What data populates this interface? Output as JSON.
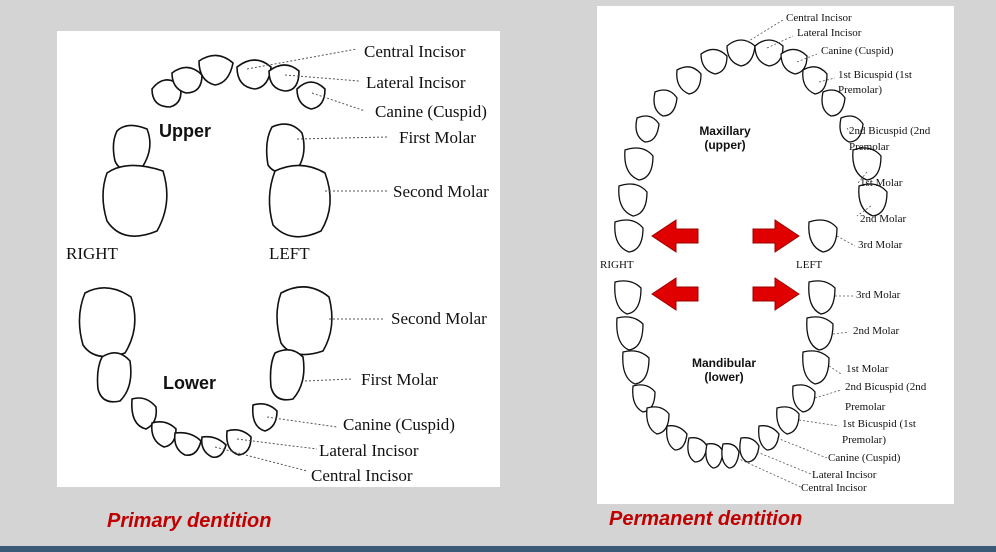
{
  "primary": {
    "caption": "Primary dentition",
    "upper_label": "Upper",
    "lower_label": "Lower",
    "right_label": "RIGHT",
    "left_label": "LEFT",
    "upper_teeth": [
      "Central Incisor",
      "Lateral Incisor",
      "Canine (Cuspid)",
      "First Molar",
      "Second Molar"
    ],
    "lower_teeth": [
      "Second Molar",
      "First Molar",
      "Canine (Cuspid)",
      "Lateral Incisor",
      "Central Incisor"
    ]
  },
  "permanent": {
    "caption": "Permanent dentition",
    "maxillary_label_1": "Maxillary",
    "maxillary_label_2": "(upper)",
    "mandibular_label_1": "Mandibular",
    "mandibular_label_2": "(lower)",
    "right_label": "RIGHT",
    "left_label": "LEFT",
    "upper_teeth": [
      "Central Incisor",
      "Lateral Incisor",
      "Canine (Cuspid)",
      "1st Bicuspid (1st",
      "Premolar)",
      "2nd Bicuspid (2nd",
      "Premolar",
      "1st Molar",
      "2nd Molar",
      "3rd Molar"
    ],
    "lower_teeth": [
      "3rd Molar",
      "2nd Molar",
      "1st Molar",
      "2nd Bicuspid (2nd",
      "Premolar",
      "1st Bicuspid (1st",
      "Premolar)",
      "Canine  (Cuspid)",
      "Lateral Incisor",
      "Central Incisor"
    ]
  },
  "colors": {
    "background": "#d4d4d4",
    "caption": "#c00000",
    "arrow": "#e00000",
    "bar": "#3a5a78"
  }
}
